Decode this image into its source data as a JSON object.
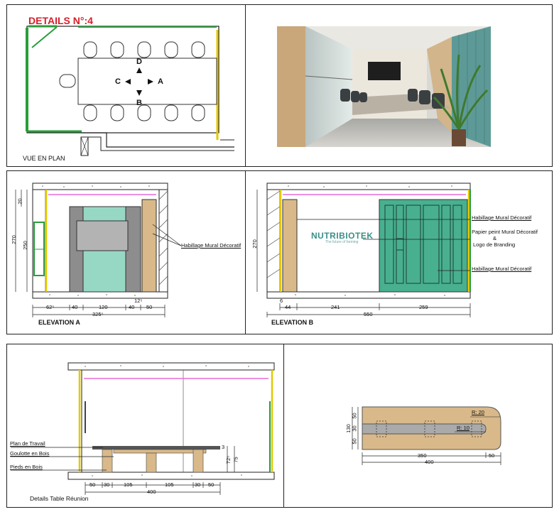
{
  "plan": {
    "title": "DETAILS N°:4",
    "caption": "VUE EN PLAN",
    "dir_a": "A",
    "dir_b": "B",
    "dir_c": "C",
    "dir_d": "D"
  },
  "elev_a": {
    "caption": "ELEVATION A",
    "label_mural": "Habillage Mural Décoratif",
    "dim_270": "270",
    "dim_250": "250",
    "dim_20": "20",
    "dims_top": [
      "62⁵",
      "40",
      "120",
      "40",
      "50"
    ],
    "dim_12": "12⁵",
    "dim_total": "325⁵"
  },
  "elev_b": {
    "caption": "ELEVATION B",
    "label_mural_1": "Habillage Mural Décoratif",
    "label_papier": "Papier peint Mural Décoratif",
    "label_amp": "&",
    "label_logo": "Logo de Branding",
    "label_mural_2": "Habillage Mural Décoratif",
    "brand": "NUTRIBIOTEK",
    "tagline": "The future of farming",
    "dim_270": "270",
    "dim_6": "6",
    "dims": [
      "44",
      "241",
      "259"
    ],
    "dim_total": "550"
  },
  "table_elev": {
    "caption": "Details Table Réunion",
    "label_plan": "Plan de Travail",
    "label_goulotte": "Goulotte en Bois",
    "label_pieds": "Pieds en Bois",
    "dim_3": "3",
    "dim_75": "75",
    "dim_72": "72⁵",
    "dims": [
      "50",
      "30",
      "105",
      "105",
      "30",
      "50"
    ],
    "dim_total": "400"
  },
  "table_plan": {
    "r20": "R: 20",
    "r10": "R: 10",
    "dims_side": [
      "50",
      "30",
      "50"
    ],
    "dim_130": "130",
    "dim_350": "350",
    "dim_50": "50",
    "dim_total": "400"
  }
}
